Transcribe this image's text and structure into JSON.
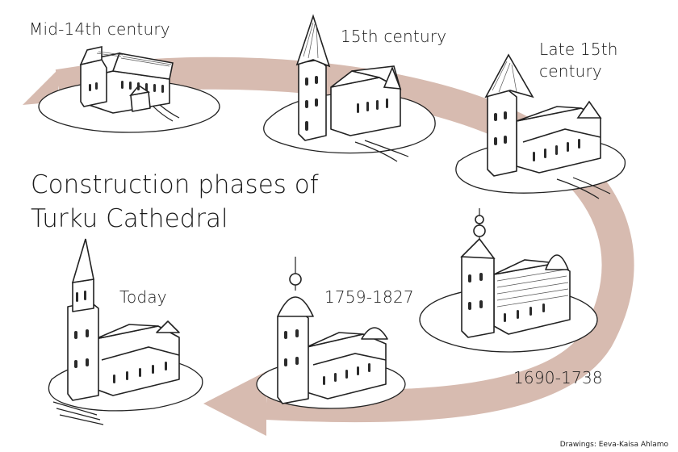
{
  "title": {
    "line1": "Construction phases of",
    "line2": "Turku Cathedral"
  },
  "phases": [
    {
      "label": "Mid-14th century"
    },
    {
      "label": "15th century"
    },
    {
      "label": "Late 15th",
      "label2": "century"
    },
    {
      "label": "1690-1738"
    },
    {
      "label": "1759-1827"
    },
    {
      "label": "Today"
    }
  ],
  "credit": "Drawings: Eeva-Kaisa Ahlamo",
  "colors": {
    "arrow": "#d7bbb0",
    "ink": "#222222"
  }
}
